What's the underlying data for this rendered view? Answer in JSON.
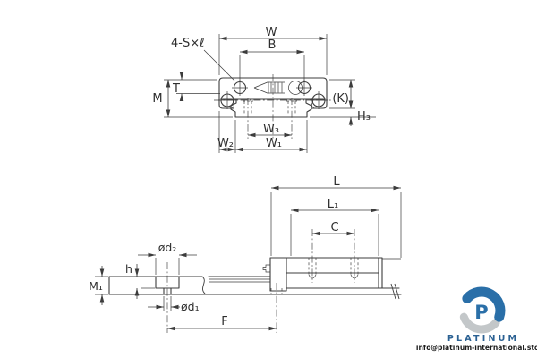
{
  "drawing": {
    "type": "linear-guide-rail-technical-drawing",
    "labels": {
      "top": {
        "w": "W",
        "b": "B",
        "screws": "4-S×ℓ",
        "m": "M",
        "t": "T",
        "k": "(K)",
        "h3": "H₃",
        "w3": "W₃",
        "w2": "W₂",
        "w1": "W₁"
      },
      "side": {
        "l": "L",
        "l1": "L₁",
        "c": "C",
        "d2": "ød₂",
        "h": "h",
        "m1": "M₁",
        "d1": "ød₁",
        "f": "F"
      }
    }
  },
  "watermark": {
    "brand": "PLATINUM",
    "email": "info@platinum-international.store",
    "logo_letter": "P"
  },
  "colors": {
    "line": "#3c3c3c",
    "label": "#2e2e2e",
    "logo_blue": "#2a6fa8",
    "logo_gray": "#c3c7c9",
    "brand_blue": "#2b6193",
    "background": "#ffffff"
  }
}
